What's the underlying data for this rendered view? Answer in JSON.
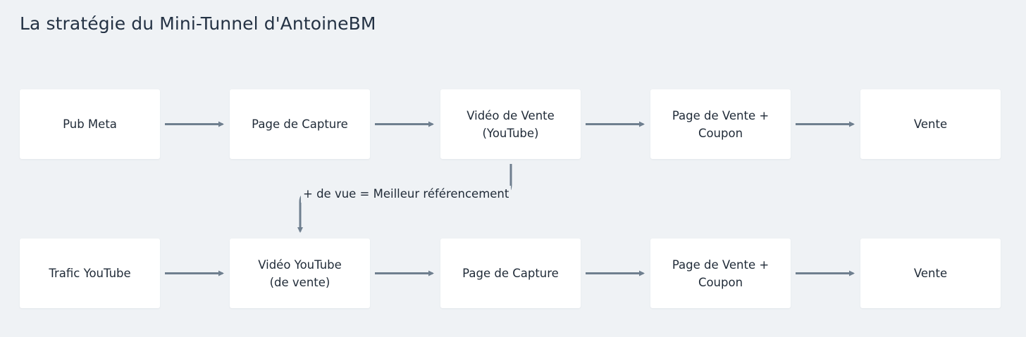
{
  "title": "La stratégie du Mini-Tunnel d'AntoineBM",
  "rows": [
    {
      "nodes": [
        "Pub Meta",
        "Page de Capture",
        "Vidéo de Vente\n(YouTube)",
        "Page de Vente +\nCoupon",
        "Vente"
      ]
    },
    {
      "nodes": [
        "Trafic YouTube",
        "Vidéo YouTube\n(de vente)",
        "Page de Capture",
        "Page de Vente +\nCoupon",
        "Vente"
      ]
    }
  ],
  "link_label": "+ de vue = Meilleur référencement",
  "colors": {
    "background": "#eff2f5",
    "node_fill": "#ffffff",
    "arrow": "#6f7f8f",
    "text": "#1f2a37"
  }
}
